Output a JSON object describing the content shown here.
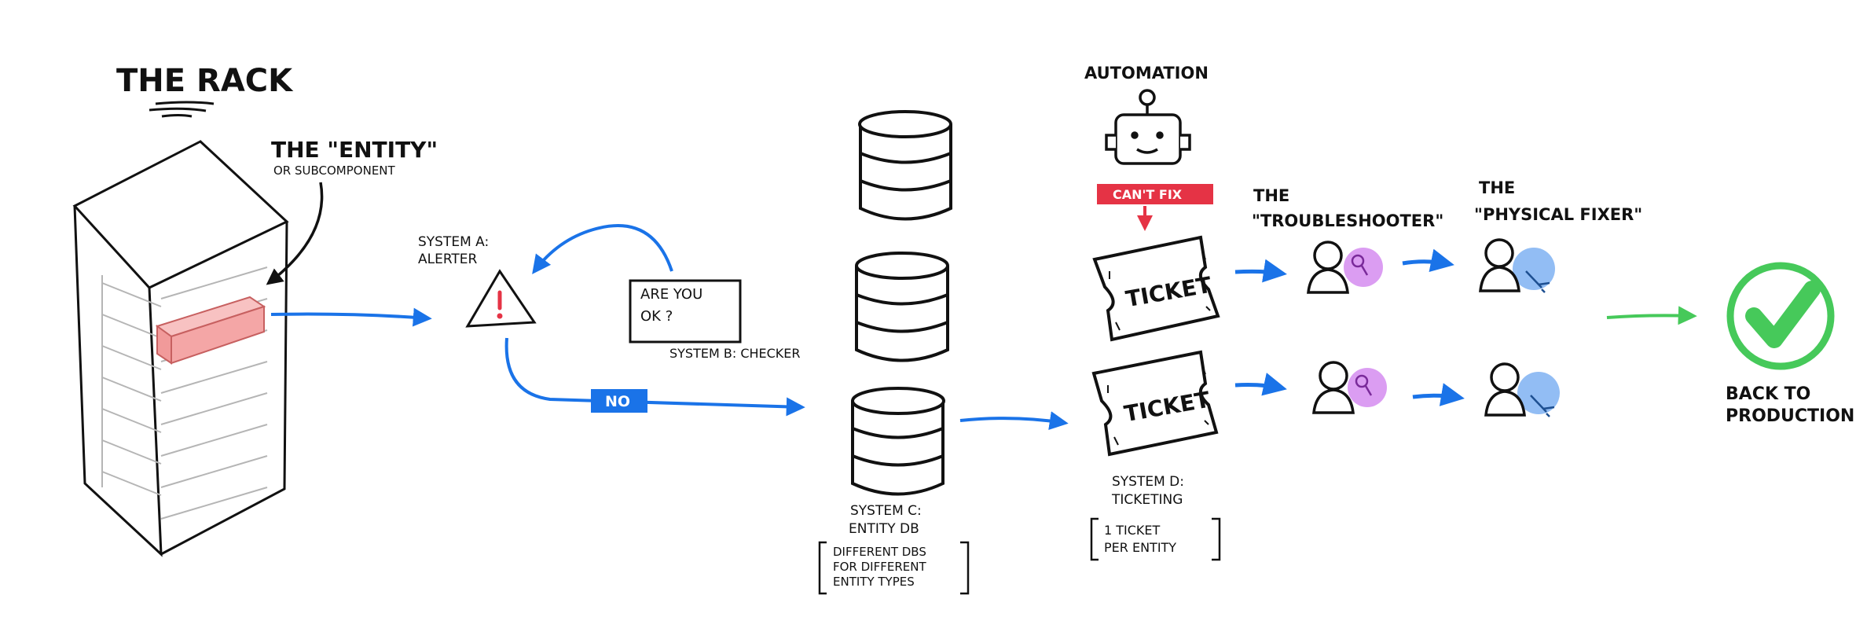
{
  "title": {
    "text": "The Rack"
  },
  "entity": {
    "title": "The \"Entity\"",
    "subtitle": "or subcomponent"
  },
  "system_a": {
    "line1": "System A:",
    "line2": "Alerter"
  },
  "system_b": {
    "message_line1": "Are you",
    "message_line2": "ok ?",
    "label": "System B: Checker"
  },
  "no_tag": {
    "text": "No"
  },
  "system_c": {
    "line1": "System C:",
    "line2": "Entity DB",
    "note_line1": "Different DBs",
    "note_line2": "for different",
    "note_line3": "entity types"
  },
  "automation": {
    "label": "Automation",
    "cant_fix": "Can't fix"
  },
  "tickets": {
    "label_top": "Ticket",
    "label_bottom": "Ticket"
  },
  "system_d": {
    "line1": "System D:",
    "line2": "Ticketing",
    "note_line1": "1 ticket",
    "note_line2": "per entity"
  },
  "troubleshooter": {
    "line1": "The",
    "line2": "\"Troubleshooter\""
  },
  "physical_fixer": {
    "line1": "The",
    "line2": "\"Physical Fixer\""
  },
  "production": {
    "line1": "Back to",
    "line2": "Production"
  },
  "colors": {
    "arrow_blue": "#1a73e8",
    "no_tag_blue": "#1a73e8",
    "cant_fix_red": "#e53345",
    "entity_pink": "#f4a6a6",
    "troubleshooter_purple": "#d58cf0",
    "fixer_blue": "#7fb2f2",
    "success_green": "#46c95a"
  }
}
